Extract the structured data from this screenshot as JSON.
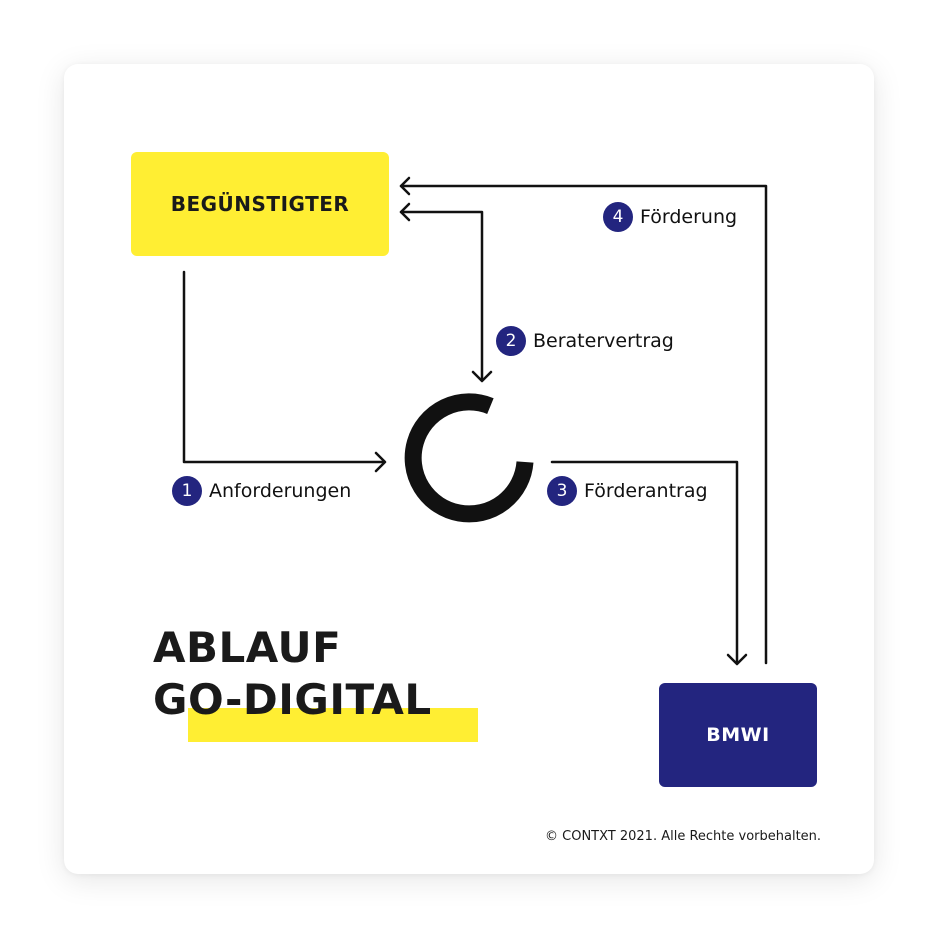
{
  "beneficiary_box": {
    "label": "BEGÜNSTIGTER"
  },
  "bmwi_box": {
    "label": "BMWI"
  },
  "steps": [
    {
      "number": "1",
      "label": "Anforderungen"
    },
    {
      "number": "2",
      "label": "Beratervertrag"
    },
    {
      "number": "3",
      "label": "Förderantrag"
    },
    {
      "number": "4",
      "label": "Förderung"
    }
  ],
  "title": {
    "line1": "ABLAUF",
    "line2": "GO-DIGITAL"
  },
  "copyright": "© CONTXT 2021. Alle Rechte vorbehalten.",
  "icons": {
    "center_logo": "contxt-c-logo-icon"
  },
  "colors": {
    "yellow": "#ffee33",
    "navy": "#23257f",
    "black": "#111111",
    "white": "#ffffff"
  }
}
